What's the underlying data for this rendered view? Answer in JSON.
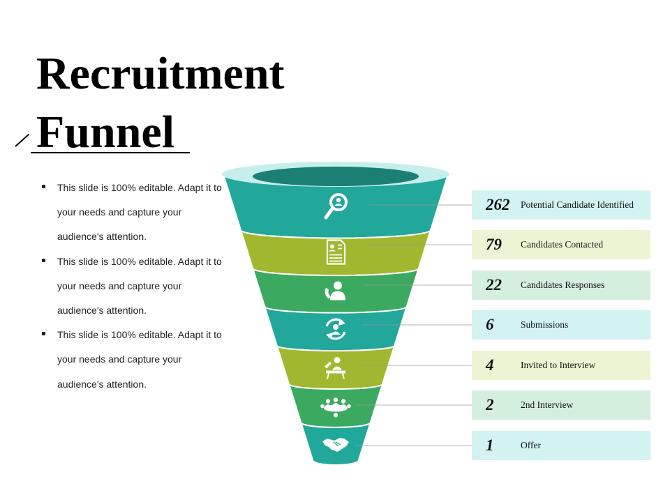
{
  "slide": {
    "title_line1": "Recruitment",
    "title_line2": "Funnel",
    "bullets": [
      "This slide is 100% editable. Adapt it to your needs and capture your audience's attention.",
      "This slide is 100% editable. Adapt it to your needs and capture your audience's attention.",
      "This slide is 100% editable. Adapt it to your needs and capture your audience's attention."
    ]
  },
  "colors": {
    "teal": "#22A89B",
    "olive": "#A1B72F",
    "green": "#3BAA60",
    "rim": "#C6EEEA",
    "mouth": "#1B7F73",
    "label_teal": "#D2F3F1",
    "label_olive": "#EDF4D3",
    "label_green": "#D5EFDF"
  },
  "stages": [
    {
      "value": "262",
      "label": "Potential Candidate Identified",
      "icon": "magnifier-icon",
      "color": "#22A89B",
      "bg": "#D2F3F1"
    },
    {
      "value": "79",
      "label": "Candidates Contacted",
      "icon": "resume-document-icon",
      "color": "#A1B72F",
      "bg": "#EDF4D3"
    },
    {
      "value": "22",
      "label": "Candidates Responses",
      "icon": "phone-call-user-icon",
      "color": "#3BAA60",
      "bg": "#D5EFDF"
    },
    {
      "value": "6",
      "label": "Submissions",
      "icon": "refresh-user-icon",
      "color": "#22A89B",
      "bg": "#D2F3F1"
    },
    {
      "value": "4",
      "label": "Invited to Interview",
      "icon": "interview-desk-icon",
      "color": "#A1B72F",
      "bg": "#EDF4D3"
    },
    {
      "value": "2",
      "label": "2nd Interview",
      "icon": "meeting-table-icon",
      "color": "#3BAA60",
      "bg": "#D5EFDF"
    },
    {
      "value": "1",
      "label": "Offer",
      "icon": "handshake-icon",
      "color": "#22A89B",
      "bg": "#D2F3F1"
    }
  ]
}
